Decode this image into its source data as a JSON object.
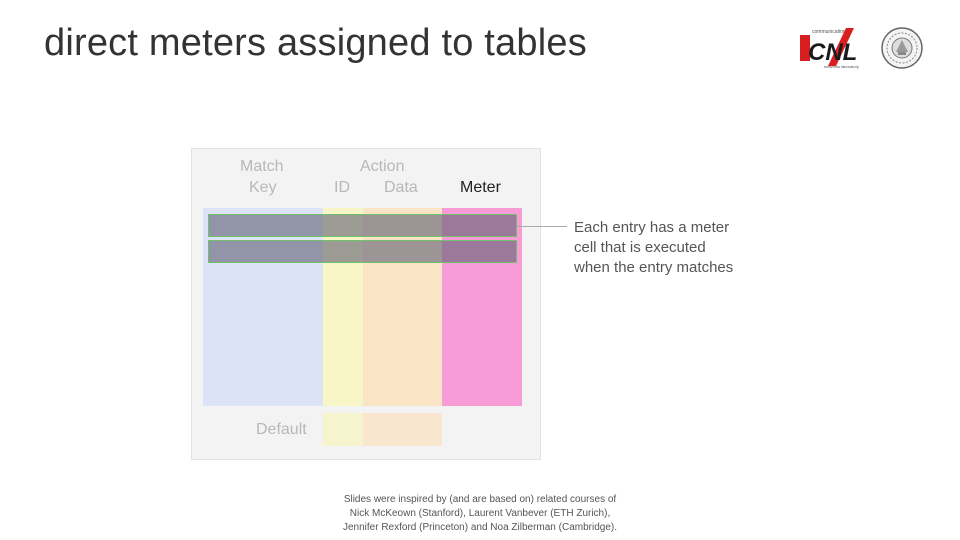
{
  "slide": {
    "title": "direct meters assigned to tables"
  },
  "logos": {
    "lab_logo_small_top": "communication",
    "lab_logo_letters": "CNL",
    "lab_logo_small_bottom": "networks laboratory"
  },
  "table": {
    "header_match": "Match",
    "header_key": "Key",
    "header_action": "Action",
    "header_id": "ID",
    "header_data": "Data",
    "header_meter": "Meter",
    "default_label": "Default"
  },
  "callout": {
    "line1": "Each entry has a meter",
    "line2": "cell that is executed",
    "line3": "when the entry matches"
  },
  "credits": {
    "line1": "Slides were inspired by (and are based on) related courses of",
    "line2": "Nick McKeown (Stanford), Laurent Vanbever (ETH Zurich),",
    "line3": "Jennifer Rexford (Princeton) and Noa Zilberman (Cambridge)."
  },
  "colors": {
    "match_column": "#dde3f7",
    "id_column": "#f8f6c6",
    "data_column": "#f9e4c5",
    "meter_column": "#f79bd6",
    "entry_row": "#6a6a7a",
    "entry_border": "#6fc16a"
  }
}
